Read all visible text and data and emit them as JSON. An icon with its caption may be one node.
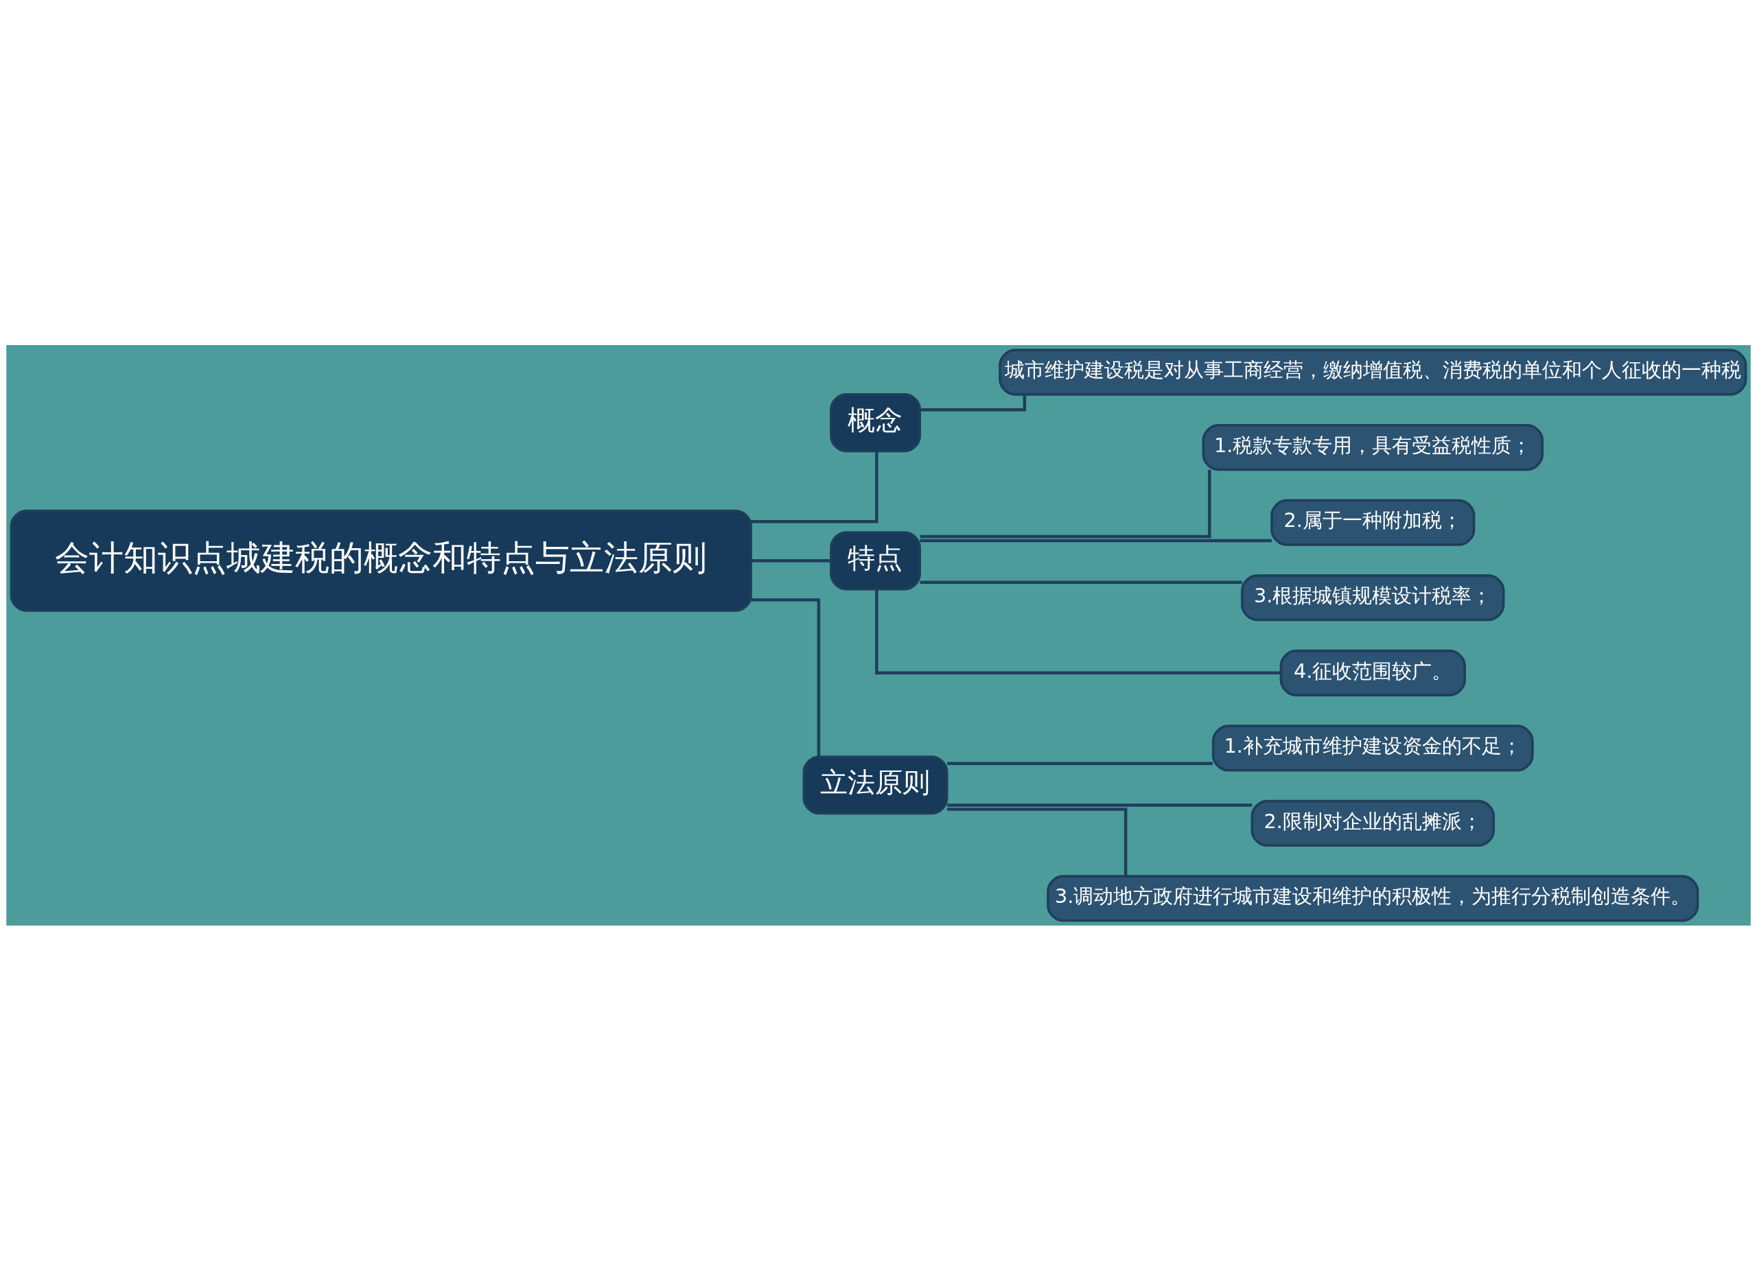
{
  "diagram": {
    "nodes": [
      {
        "text": [
          "会计知识点城建税的概念和特点与立法原则"
        ]
      },
      {
        "text": [
          "概念"
        ]
      },
      {
        "text": [
          "城市维护建设税是对从事工商经营，缴纳增值税、消费税的单位和个人征收的一种税"
        ]
      },
      {
        "text": [
          "特点"
        ]
      },
      {
        "text": [
          "1.税款专款专用，具有受益税性质；"
        ]
      },
      {
        "text": [
          "2.属于一种附加税；"
        ]
      },
      {
        "text": [
          "3.根据城镇规模设计税率；"
        ]
      },
      {
        "text": [
          "4.征收范围较广。"
        ]
      },
      {
        "text": [
          "立法原则"
        ]
      },
      {
        "text": [
          "1.补充城市维护建设资金的不足；"
        ]
      },
      {
        "text": [
          "2.限制对企业的乱摊派；"
        ]
      },
      {
        "text": [
          "3.调动地方政府进行城市建设和维护的积极性，为推行分税制创造条件。"
        ]
      }
    ],
    "edges": [
      {
        "from": 0,
        "to": 1,
        "arrow": "none"
      },
      {
        "from": 1,
        "to": 2,
        "arrow": "none"
      },
      {
        "from": 0,
        "to": 3,
        "arrow": "none"
      },
      {
        "from": 3,
        "to": 4,
        "arrow": "none"
      },
      {
        "from": 3,
        "to": 5,
        "arrow": "none"
      },
      {
        "from": 3,
        "to": 6,
        "arrow": "none"
      },
      {
        "from": 3,
        "to": 7,
        "arrow": "none"
      },
      {
        "from": 0,
        "to": 8,
        "arrow": "none"
      },
      {
        "from": 8,
        "to": 9,
        "arrow": "none"
      },
      {
        "from": 8,
        "to": 10,
        "arrow": "none"
      },
      {
        "from": 8,
        "to": 11,
        "arrow": "none"
      }
    ]
  }
}
